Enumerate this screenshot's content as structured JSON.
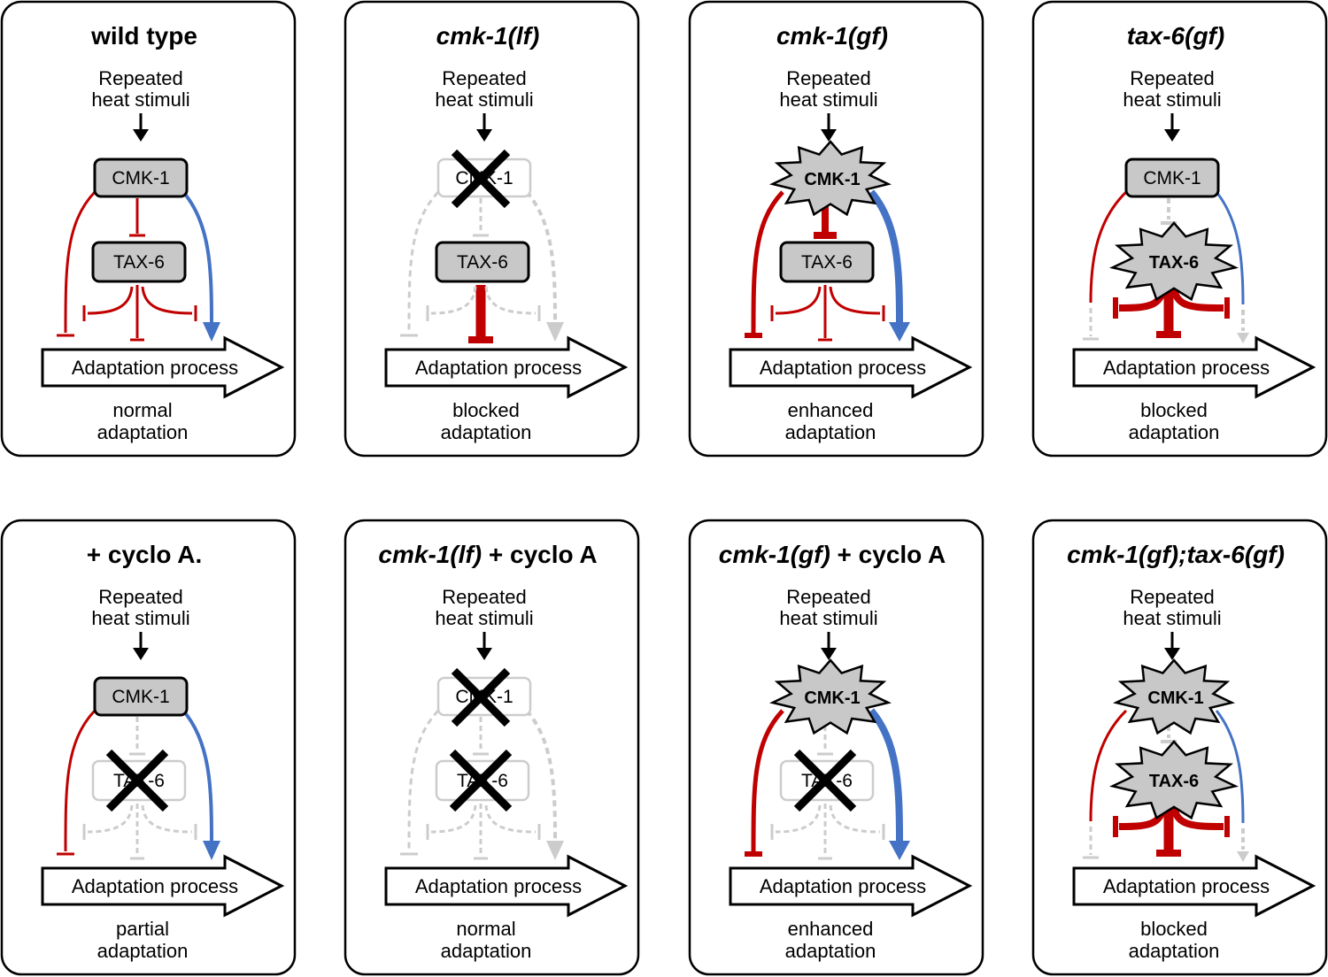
{
  "colors": {
    "inhibit": "#c00000",
    "activate": "#4472c4",
    "inactive": "#cccccc",
    "box_fill": "#c8c8c8",
    "ink": "#000000"
  },
  "panels": [
    {
      "title": [
        {
          "text": "wild type",
          "italic": false
        }
      ],
      "stimulus": [
        "Repeated",
        "heat stimuli"
      ],
      "cmk1": "CMK-1",
      "cmk1_state": "normal",
      "tax6": "TAX-6",
      "tax6_state": "normal",
      "process": "Adaptation process",
      "outcome": [
        "normal",
        "adaptation"
      ]
    },
    {
      "title": [
        {
          "text": "cmk-1(lf)",
          "italic": true
        }
      ],
      "stimulus": [
        "Repeated",
        "heat stimuli"
      ],
      "cmk1": "CMK-1",
      "cmk1_state": "removed",
      "tax6": "TAX-6",
      "tax6_state": "normal",
      "process": "Adaptation process",
      "outcome": [
        "blocked",
        "adaptation"
      ]
    },
    {
      "title": [
        {
          "text": "cmk-1(gf)",
          "italic": true
        }
      ],
      "stimulus": [
        "Repeated",
        "heat stimuli"
      ],
      "cmk1": "CMK-1",
      "cmk1_state": "hyperactive",
      "tax6": "TAX-6",
      "tax6_state": "normal",
      "process": "Adaptation process",
      "outcome": [
        "enhanced",
        "adaptation"
      ]
    },
    {
      "title": [
        {
          "text": "tax-6(gf)",
          "italic": true
        }
      ],
      "stimulus": [
        "Repeated",
        "heat stimuli"
      ],
      "cmk1": "CMK-1",
      "cmk1_state": "normal",
      "tax6": "TAX-6",
      "tax6_state": "hyperactive",
      "process": "Adaptation process",
      "outcome": [
        "blocked",
        "adaptation"
      ]
    },
    {
      "title": [
        {
          "text": "+ cyclo A.",
          "italic": false
        }
      ],
      "stimulus": [
        "Repeated",
        "heat stimuli"
      ],
      "cmk1": "CMK-1",
      "cmk1_state": "normal",
      "tax6": "TAX-6",
      "tax6_state": "removed",
      "process": "Adaptation process",
      "outcome": [
        "partial",
        "adaptation"
      ]
    },
    {
      "title": [
        {
          "text": "cmk-1(lf)",
          "italic": true
        },
        {
          "text": " + cyclo A",
          "italic": false
        }
      ],
      "stimulus": [
        "Repeated",
        "heat stimuli"
      ],
      "cmk1": "CMK-1",
      "cmk1_state": "removed",
      "tax6": "TAX-6",
      "tax6_state": "removed",
      "process": "Adaptation process",
      "outcome": [
        "normal",
        "adaptation"
      ]
    },
    {
      "title": [
        {
          "text": "cmk-1(gf)",
          "italic": true
        },
        {
          "text": " + cyclo A",
          "italic": false
        }
      ],
      "stimulus": [
        "Repeated",
        "heat stimuli"
      ],
      "cmk1": "CMK-1",
      "cmk1_state": "hyperactive",
      "tax6": "TAX-6",
      "tax6_state": "removed",
      "process": "Adaptation process",
      "outcome": [
        "enhanced",
        "adaptation"
      ]
    },
    {
      "title": [
        {
          "text": "cmk-1(gf);tax-6(gf)",
          "italic": true
        }
      ],
      "stimulus": [
        "Repeated",
        "heat stimuli"
      ],
      "cmk1": "CMK-1",
      "cmk1_state": "hyperactive",
      "tax6": "TAX-6",
      "tax6_state": "hyperactive",
      "process": "Adaptation process",
      "outcome": [
        "blocked",
        "adaptation"
      ]
    }
  ]
}
